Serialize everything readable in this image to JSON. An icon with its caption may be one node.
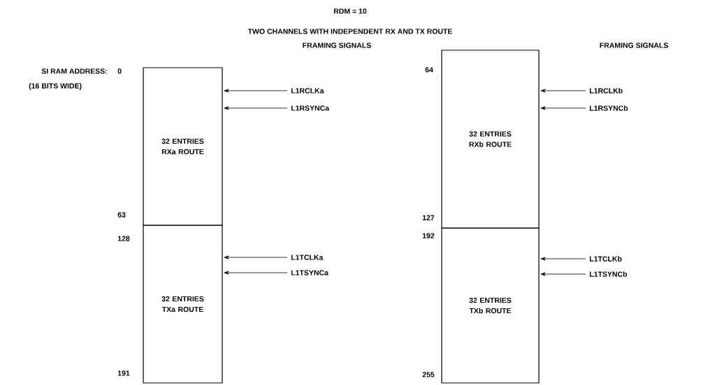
{
  "diagram": {
    "title": "RDM = 10",
    "nodes": [
      {
        "text": [
          "32 ENTRIES RXa ROUTE"
        ]
      },
      {
        "text": [
          "L1RCLKa"
        ]
      },
      {
        "text": [
          "L1RSYNCa"
        ]
      },
      {
        "text": [
          "32 ENTRIES TXa ROUTE"
        ]
      },
      {
        "text": [
          "L1TCLKa"
        ]
      },
      {
        "text": [
          "L1TSYNCa"
        ]
      },
      {
        "text": [
          "32 ENTRIES RXb ROUTE"
        ]
      },
      {
        "text": [
          "L1RCLKb"
        ]
      },
      {
        "text": [
          "L1RSYNCb"
        ]
      },
      {
        "text": [
          "32 ENTRIES TXb ROUTE"
        ]
      },
      {
        "text": [
          "L1TCLKb"
        ]
      },
      {
        "text": [
          "L1TSYNCb"
        ]
      }
    ],
    "edges": [
      {
        "from": 1,
        "to": 0,
        "arrow": "to"
      },
      {
        "from": 2,
        "to": 0,
        "arrow": "to"
      },
      {
        "from": 4,
        "to": 3,
        "arrow": "to"
      },
      {
        "from": 5,
        "to": 3,
        "arrow": "to"
      },
      {
        "from": 7,
        "to": 6,
        "arrow": "to"
      },
      {
        "from": 8,
        "to": 6,
        "arrow": "to"
      },
      {
        "from": 10,
        "to": 9,
        "arrow": "to"
      },
      {
        "from": 11,
        "to": 9,
        "arrow": "to"
      }
    ],
    "labels": [
      "TWO CHANNELS WITH INDEPENDENT RX AND TX ROUTE",
      "FRAMING SIGNALS",
      "FRAMING SIGNALS",
      "SI RAM ADDRESS:",
      "0",
      "(16 BITS WIDE)",
      "64",
      "63",
      "127",
      "128",
      "192",
      "191",
      "255"
    ]
  }
}
